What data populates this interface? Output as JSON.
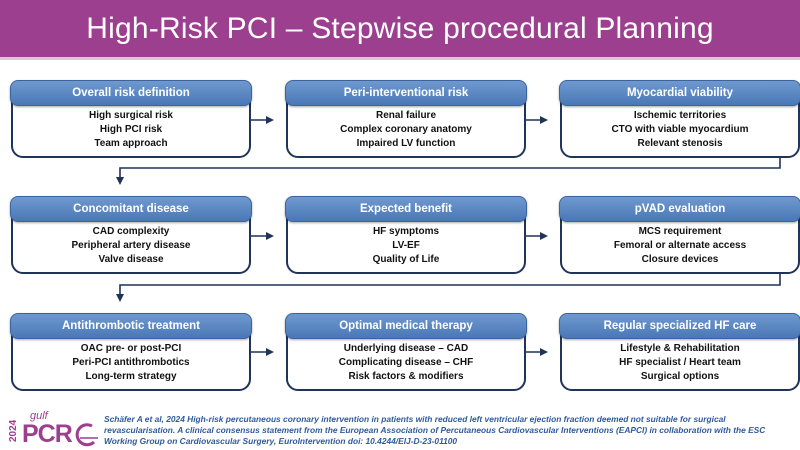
{
  "title": "High-Risk PCI – Stepwise procedural Planning",
  "boxes": [
    {
      "title": "Overall risk definition",
      "items": [
        "High surgical risk",
        "High PCI risk",
        "Team approach"
      ]
    },
    {
      "title": "Peri-interventional risk",
      "items": [
        "Renal failure",
        "Complex coronary anatomy",
        "Impaired LV function"
      ]
    },
    {
      "title": "Myocardial viability",
      "items": [
        "Ischemic territories",
        "CTO with viable myocardium",
        "Relevant stenosis"
      ]
    },
    {
      "title": "Concomitant disease",
      "items": [
        "CAD complexity",
        "Peripheral artery disease",
        "Valve disease"
      ]
    },
    {
      "title": "Expected benefit",
      "items": [
        "HF symptoms",
        "LV-EF",
        "Quality of Life"
      ]
    },
    {
      "title": "pVAD evaluation",
      "items": [
        "MCS requirement",
        "Femoral or alternate access",
        "Closure devices"
      ]
    },
    {
      "title": "Antithrombotic treatment",
      "items": [
        "OAC pre- or post-PCI",
        "Peri-PCI antithrombotics",
        "Long-term strategy"
      ]
    },
    {
      "title": "Optimal medical therapy",
      "items": [
        "Underlying disease – CAD",
        "Complicating disease – CHF",
        "Risk factors & modifiers"
      ]
    },
    {
      "title": "Regular specialized HF care",
      "items": [
        "Lifestyle & Rehabilitation",
        "HF specialist / Heart team",
        "Surgical options"
      ]
    }
  ],
  "logo": {
    "year": "2024",
    "gulf": "gulf",
    "pcr": "PCR"
  },
  "citation": "Schäfer A et al, 2024 High-risk percutaneous coronary intervention in patients with reduced left ventricular ejection fraction deemed not suitable for surgical revascularisation. A clinical consensus statement from the European Association of Percutaneous Cardiovascular Interventions (EAPCI) in collaboration with the ESC Working Group on Cardiovascular Surgery, EuroIntervention doi: 10.4244/EIJ-D-23-01100",
  "colors": {
    "title_bar": "#9b3f8e",
    "box_header": "#4a78b6",
    "box_border": "#1f3458",
    "citation": "#2f5a9a"
  }
}
